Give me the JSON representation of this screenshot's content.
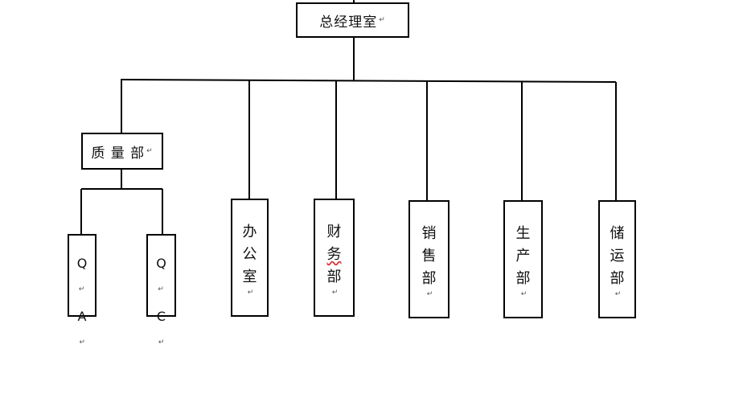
{
  "root": {
    "label": "总经理室"
  },
  "quality": {
    "label": "质 量 部"
  },
  "quality_children": [
    {
      "chars": [
        "Q",
        "A"
      ]
    },
    {
      "chars": [
        "Q",
        "C"
      ]
    }
  ],
  "departments": [
    {
      "chars": [
        "办",
        "公",
        "室"
      ]
    },
    {
      "chars": [
        "财",
        "务",
        "部"
      ]
    },
    {
      "chars": [
        "销",
        "售",
        "部"
      ]
    },
    {
      "chars": [
        "生",
        "产",
        "部"
      ]
    },
    {
      "chars": [
        "储",
        "运",
        "部"
      ]
    }
  ],
  "paragraph_mark": "↵",
  "line_color": "#000000"
}
